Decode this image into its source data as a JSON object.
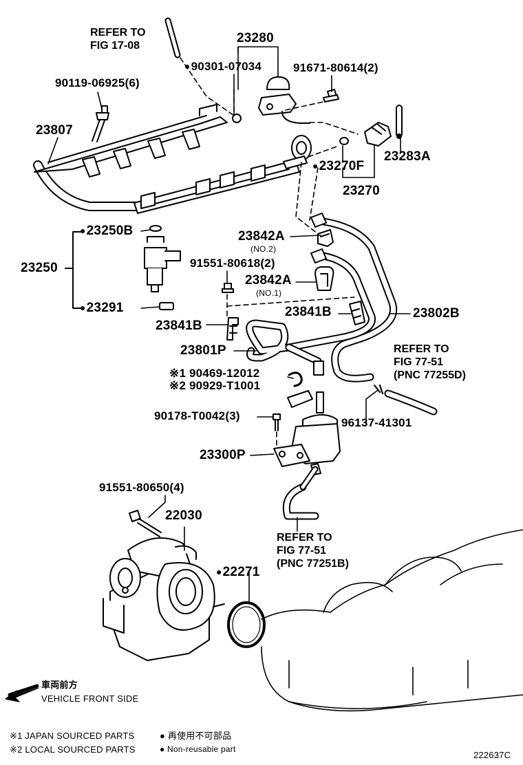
{
  "refs": {
    "top": [
      "REFER TO",
      "FIG 17-08"
    ],
    "right": [
      "REFER TO",
      "FIG 77-51",
      "(PNC 77255D)"
    ],
    "bottom": [
      "REFER TO",
      "FIG 77-51",
      "(PNC 77251B)"
    ]
  },
  "labels": {
    "p23280": "23280",
    "p90301": "90301-07034",
    "p91671": "91671-80614(2)",
    "p90119": "90119-06925(6)",
    "p23807": "23807",
    "p23283A": "23283A",
    "p23270F": "23270F",
    "p23270": "23270",
    "p23250B": "23250B",
    "p23250": "23250",
    "p23291": "23291",
    "p23842A_1": "23842A",
    "p23842A_1_sub": "(NO.2)",
    "p91551_80618": "91551-80618(2)",
    "p23842A_2": "23842A",
    "p23842A_2_sub": "(NO.1)",
    "p23841B_left": "23841B",
    "p23841B_right": "23841B",
    "p23802B": "23802B",
    "p23801P": "23801P",
    "p90469": "※1 90469-12012",
    "p90929": "※2 90929-T1001",
    "p96137": "96137-41301",
    "p90178": "90178-T0042(3)",
    "p23300P": "23300P",
    "p91551_80650": "91551-80650(4)",
    "p22030": "22030",
    "p22271": "22271"
  },
  "direction": {
    "jp": "車両前方",
    "en": "VEHICLE FRONT SIDE"
  },
  "legend": {
    "note1": "※1 JAPAN SOURCED PARTS",
    "note2": "※2 LOCAL SOURCED PARTS",
    "dot_jp": "● 再使用不可部品",
    "dot_en": "● Non-reusable part"
  },
  "figure_code": "222637C"
}
